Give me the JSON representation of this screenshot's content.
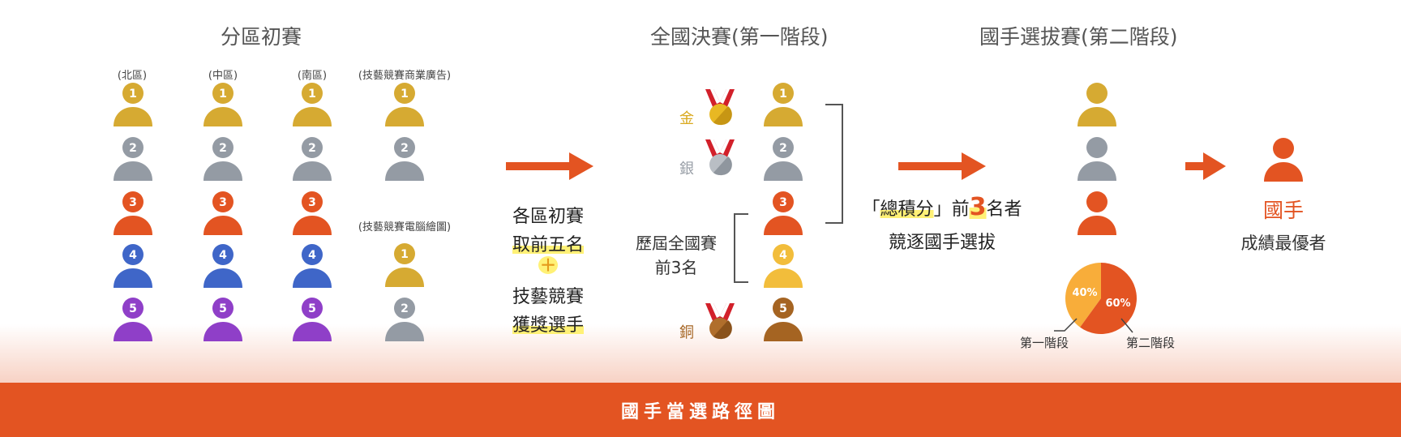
{
  "titles": {
    "stage1": "分區初賽",
    "stage2": "全國決賽(第一階段)",
    "stage3": "國手選拔賽(第二階段)"
  },
  "regions": {
    "north": "(北區)",
    "central": "(中區)",
    "south": "(南區)",
    "skills_business": "(技藝競賽商業廣告)",
    "skills_drawing": "(技藝競賽電腦繪圖)"
  },
  "ranks": [
    "1",
    "2",
    "3",
    "4",
    "5"
  ],
  "rank_colors": [
    "#d6aa32",
    "#949ba4",
    "#e35422",
    "#3f66c8",
    "#8f3fc8",
    "#f2bd3b",
    "#a56422"
  ],
  "qualify": {
    "line1": "各區初賽",
    "line2": "取前五名",
    "plus": "＋",
    "line3": "技藝競賽",
    "line4": "獲獎選手"
  },
  "medals": {
    "gold": "金",
    "silver": "銀",
    "bronze": "銅"
  },
  "past_top3": {
    "line1": "歷屆全國賽",
    "line2": "前3名"
  },
  "total_score": {
    "open": "「",
    "highlight": "總積分",
    "close": "」前",
    "number": "3",
    "suffix": "名者",
    "line2": "競逐國手選拔"
  },
  "pie": {
    "stage1_label": "第一階段",
    "stage2_label": "第二階段",
    "stage1_value": 40,
    "stage2_value": 60,
    "stage1_text": "40%",
    "stage2_text": "60%",
    "stage1_color": "#f8ad3a",
    "stage2_color": "#e35422"
  },
  "result": {
    "title": "國手",
    "subtitle": "成績最優者"
  },
  "footer": "國手當選路徑圖"
}
